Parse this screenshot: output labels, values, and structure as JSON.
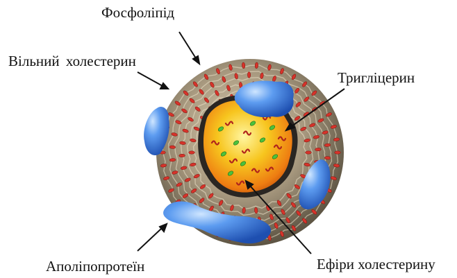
{
  "labels": {
    "phospholipid": "Фосфоліпід",
    "free_cholesterol": "Вільний холестерин",
    "triglyceride": "Тригліцерин",
    "apolipoprotein": "Аполіпопротеїн",
    "cholesterol_esters": "Ефіри холестерину"
  },
  "colors": {
    "shell": "#a99a80",
    "shell_dark": "#6f6654",
    "phospholipid_heads": "#d6332a",
    "core": "#f7c51e",
    "core_light": "#fff17a",
    "core_orange": "#ee7d12",
    "apoprotein": "#3d7fe0",
    "apoprotein_light": "#a9d0ff",
    "triglyceride_marks": "#4cc23c",
    "ester_marks": "#b0241d",
    "arrows": "#111111"
  }
}
